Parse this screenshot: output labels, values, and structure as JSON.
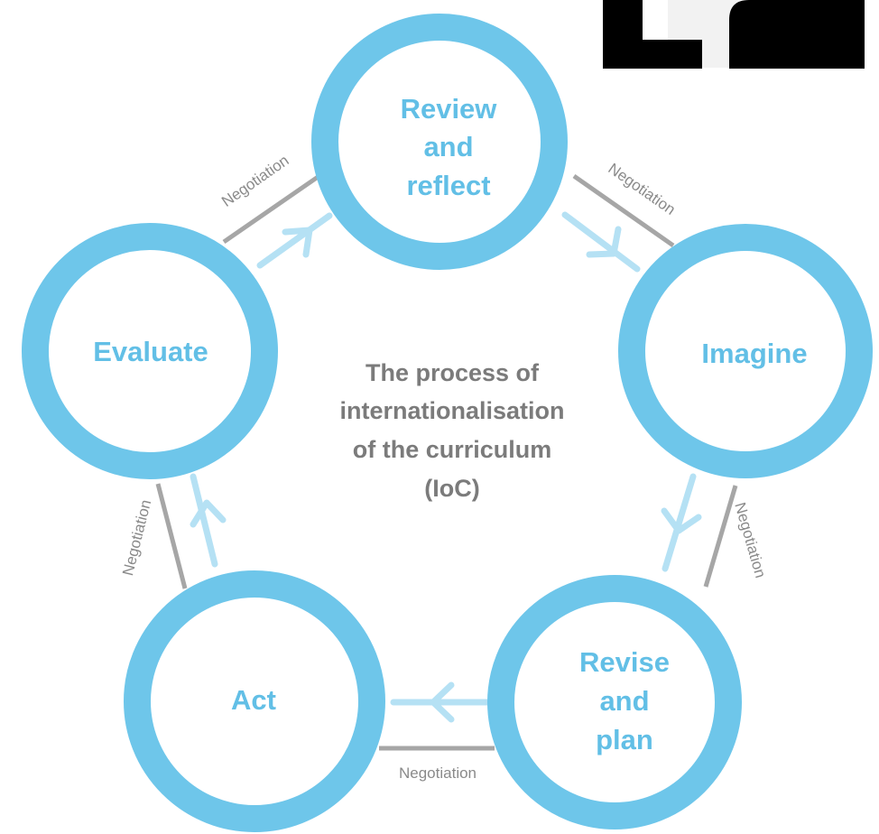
{
  "diagram": {
    "center_title": [
      "The process of",
      "internationalisation",
      "of the curriculum",
      "(IoC)"
    ],
    "stages": {
      "review": [
        "Review",
        "and",
        "reflect"
      ],
      "imagine": [
        "Imagine"
      ],
      "revise": [
        "Revise",
        "and",
        "plan"
      ],
      "act": [
        "Act"
      ],
      "evaluate": [
        "Evaluate"
      ]
    },
    "connector_label": "Negotiation",
    "colors": {
      "ring": "#6ec6ea",
      "stage_text": "#62bfe6",
      "flow_arrow": "#b5e1f4",
      "connector": "#a6a6a6",
      "connector_text": "#8a8a8a",
      "center_text": "#7b7b7b",
      "corner_shapes": "#000000"
    }
  }
}
